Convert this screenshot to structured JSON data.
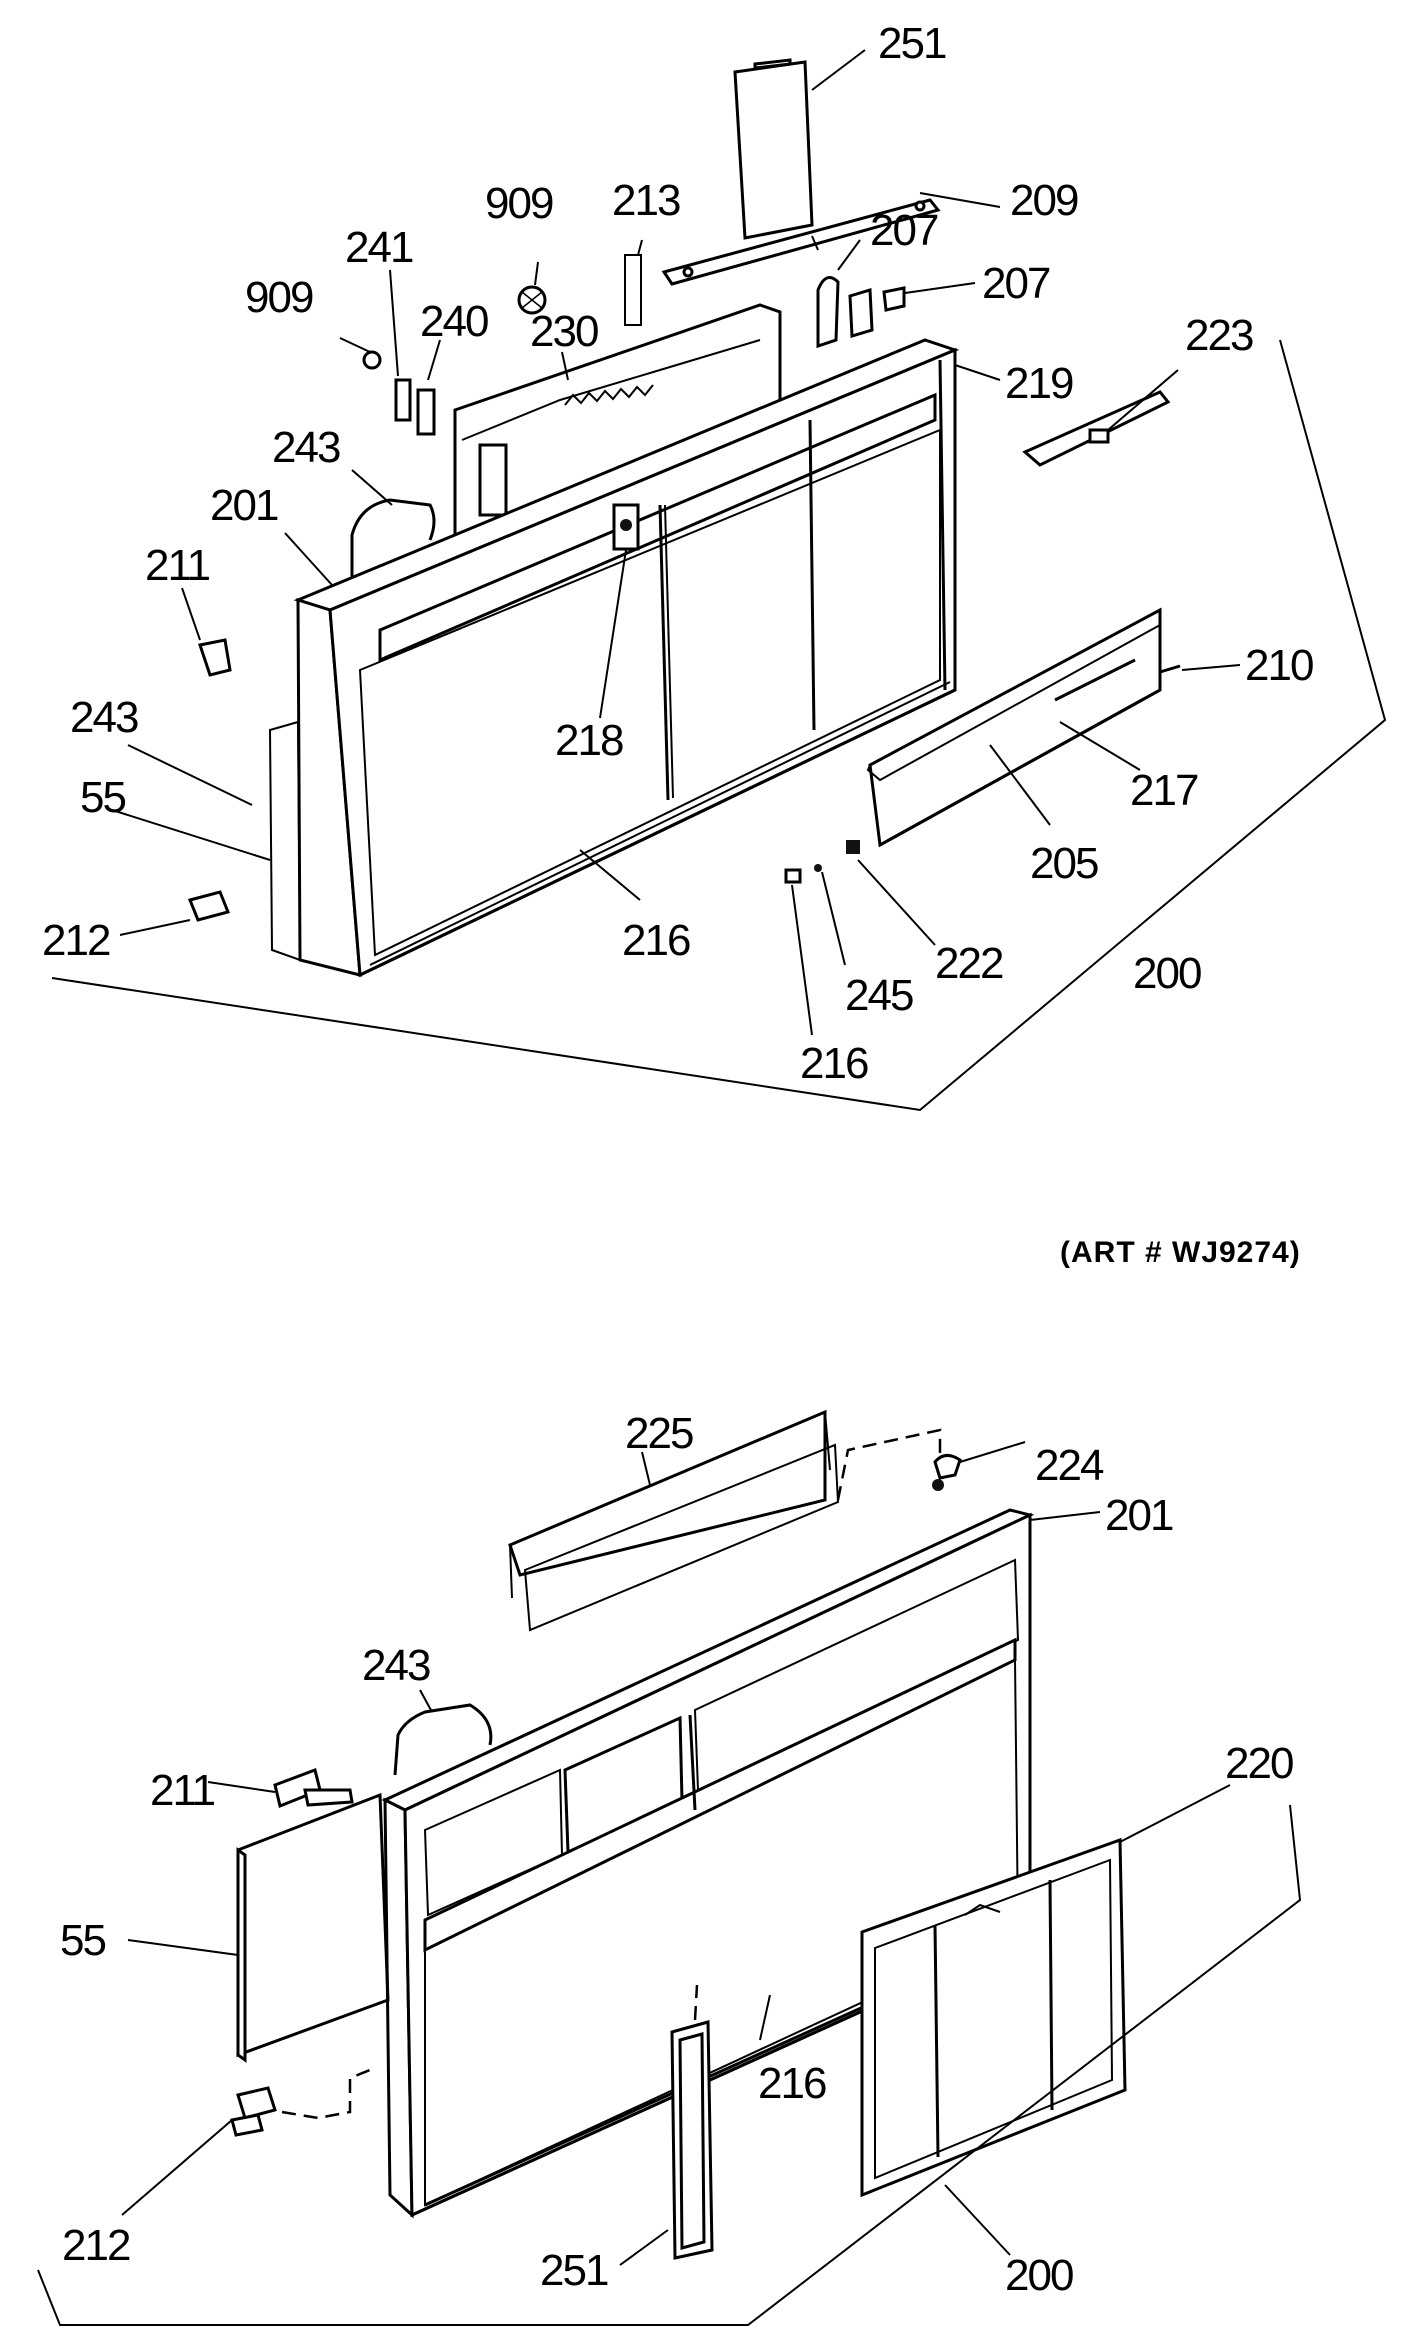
{
  "top_diagram": {
    "labels": [
      "251",
      "209",
      "207",
      "207",
      "909",
      "213",
      "241",
      "909",
      "240",
      "230",
      "219",
      "223",
      "243",
      "201",
      "211",
      "218",
      "210",
      "217",
      "243",
      "55",
      "205",
      "212",
      "216",
      "222",
      "245",
      "200",
      "216"
    ]
  },
  "art_reference": "(ART # WJ9274)",
  "bottom_diagram": {
    "labels": [
      "225",
      "224",
      "201",
      "243",
      "211",
      "220",
      "55",
      "216",
      "212",
      "251",
      "200"
    ]
  }
}
